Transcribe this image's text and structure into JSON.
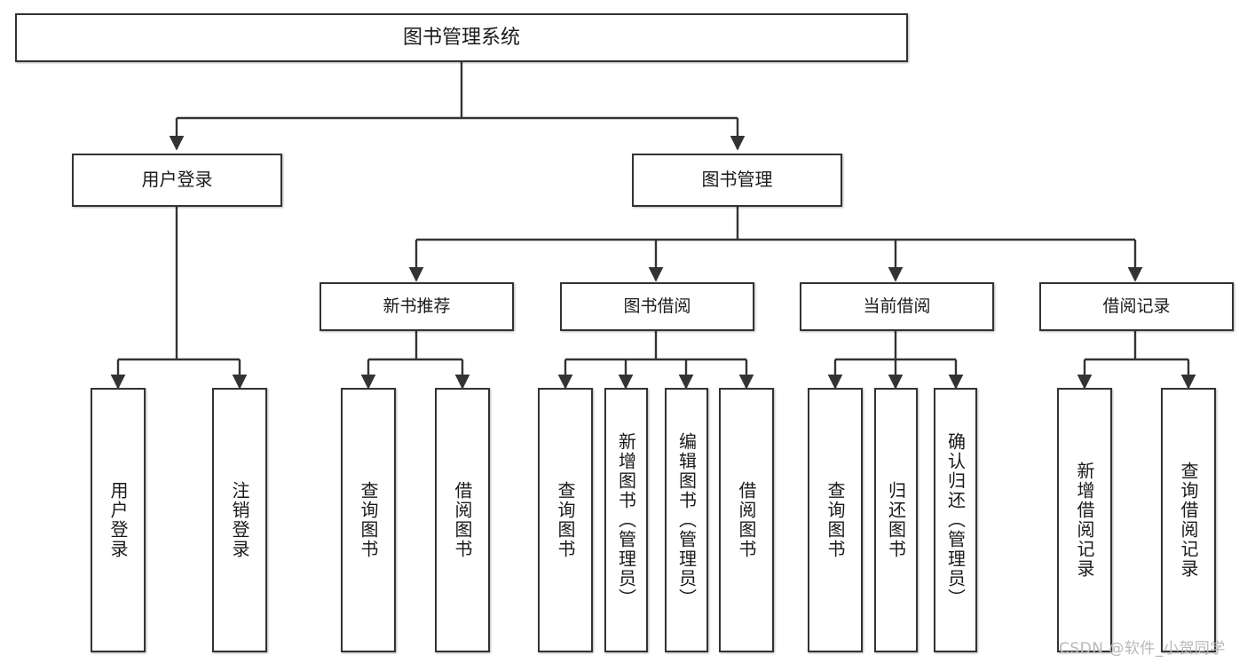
{
  "diagram": {
    "title": "图书管理系统",
    "type": "功能结构图",
    "root": {
      "label": "图书管理系统"
    },
    "level1": [
      {
        "label": "用户登录"
      },
      {
        "label": "图书管理"
      }
    ],
    "level2": [
      {
        "label": "新书推荐"
      },
      {
        "label": "图书借阅"
      },
      {
        "label": "当前借阅"
      },
      {
        "label": "借阅记录"
      }
    ],
    "leaves": {
      "user_login": [
        {
          "label": "用户登录"
        },
        {
          "label": "注销登录"
        }
      ],
      "new_book_recommend": [
        {
          "label": "查询图书"
        },
        {
          "label": "借阅图书"
        }
      ],
      "book_borrow": [
        {
          "label": "查询图书"
        },
        {
          "label": "新增图书（管理员）"
        },
        {
          "label": "编辑图书（管理员）"
        },
        {
          "label": "借阅图书"
        }
      ],
      "current_borrow": [
        {
          "label": "查询图书"
        },
        {
          "label": "归还图书"
        },
        {
          "label": "确认归还（管理员）"
        }
      ],
      "borrow_record": [
        {
          "label": "新增借阅记录"
        },
        {
          "label": "查询借阅记录"
        }
      ]
    }
  },
  "watermark": {
    "text": "CSDN @软件_小贺同学"
  },
  "colors": {
    "border": "#333333",
    "background": "#ffffff",
    "text": "#1a1a1a",
    "connector": "#333333",
    "watermark": "#b9b9b9"
  }
}
